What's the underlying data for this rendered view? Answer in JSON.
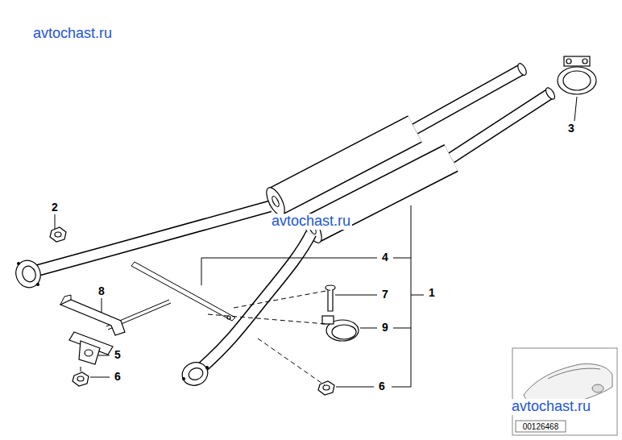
{
  "diagram": {
    "labels": [
      "avtochast.ru",
      "3",
      "2",
      "avtochast.ru",
      "4",
      "8",
      "7",
      "1",
      "9",
      "5",
      "6",
      "6",
      "avtochast.ru",
      "00126468"
    ]
  }
}
